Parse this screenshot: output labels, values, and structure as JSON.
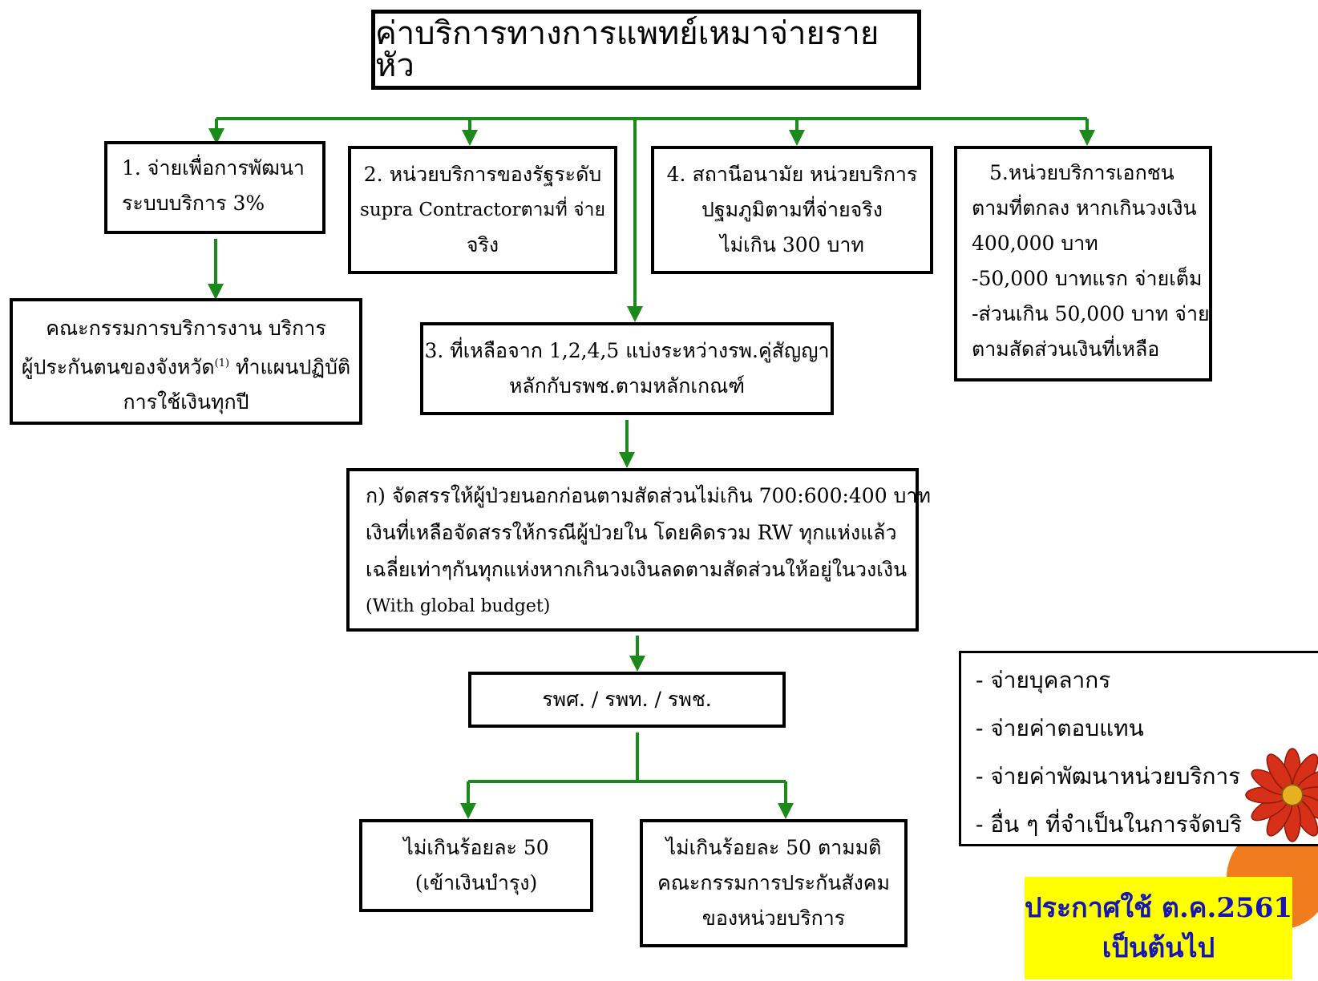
{
  "title": "ค่าบริการทางการแพทย์เหมาจ่ายรายหัว",
  "box1": [
    "1. จ่ายเพื่อการพัฒนา",
    "ระบบบริการ  3%"
  ],
  "box1_child": [
    "คณะกรรมการบริการงาน  บริการ",
    "ผู้ประกันตนของจังหวัด",
    "(1)",
    " ทำแผนปฏิบัติ",
    "การใช้เงินทุกปี"
  ],
  "box2": [
    "2. หน่วยบริการของรัฐระดับ",
    "supra Contractorตามที่  จ่าย",
    "จริง"
  ],
  "box3": [
    "3. ที่เหลือจาก 1,2,4,5 แบ่งระหว่างรพ.คู่สัญญา",
    "หลักกับรพช.ตามหลักเกณฑ์"
  ],
  "box4": [
    "4. สถานีอนามัย หน่วยบริการ",
    "ปฐมภูมิตามที่จ่ายจริง",
    "ไม่เกิน 300 บาท"
  ],
  "box5": [
    "5.หน่วยบริการเอกชน",
    "ตามที่ตกลง หากเกินวงเงิน",
    "400,000 บาท",
    "-50,000 บาทแรก จ่ายเต็ม",
    "-ส่วนเกิน 50,000 บาท จ่าย",
    "ตามสัดส่วนเงินที่เหลือ"
  ],
  "box_alloc": [
    "ก)  จัดสรรให้ผู้ป่วยนอกก่อนตามสัดส่วนไม่เกิน 700:600:400 บาท",
    "เงินที่เหลือจัดสรรให้กรณีผู้ป่วยใน โดยคิดรวม RW  ทุกแห่งแล้ว",
    "เฉลี่ยเท่าๆกันทุกแห่งหากเกินวงเงินลดตามสัดส่วนให้อยู่ในวงเงิน",
    "(With global budget)"
  ],
  "box_hospitals": "รพศ. / รพท. / รพช.",
  "box_left_bottom": [
    "ไม่เกินร้อยละ 50",
    "(เข้าเงินบำรุง)"
  ],
  "box_right_bottom": [
    "ไม่เกินร้อยละ 50  ตามมติ",
    "คณะกรรมการประกันสังคม",
    "ของหน่วยบริการ"
  ],
  "list": [
    "- จ่ายบุคลากร",
    "- จ่ายค่าตอบแทน",
    "- จ่ายค่าพัฒนาหน่วยบริการ",
    "- อื่น ๆ ที่จำเป็นในการจัดบริ"
  ],
  "announcement": [
    "ประกาศใช้ ต.ค.2561",
    "เป็นต้นไป"
  ],
  "colors": {
    "arrow": "#1a8a1a",
    "announce_bg": "#ffff00",
    "announce_text": "#1515b8",
    "orange_shape": "#f07c1e",
    "flower": "#d63018"
  }
}
